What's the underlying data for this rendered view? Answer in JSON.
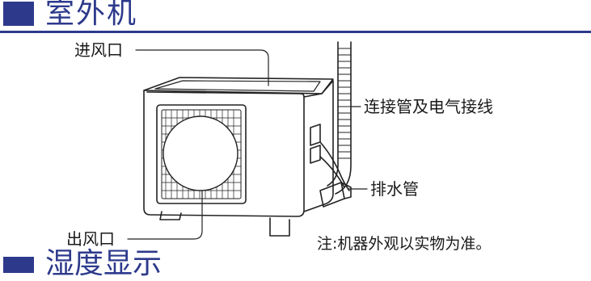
{
  "section_title": "室外机",
  "next_section_title": "湿度显示",
  "labels": {
    "air_inlet": "进风口",
    "pipe_and_wire": "连接管及电气接线",
    "drain_pipe": "排水管",
    "air_outlet": "出风口",
    "note": "注:机器外观以实物为准。"
  },
  "colors": {
    "accent": "#2d3a8c",
    "line": "#222222"
  }
}
